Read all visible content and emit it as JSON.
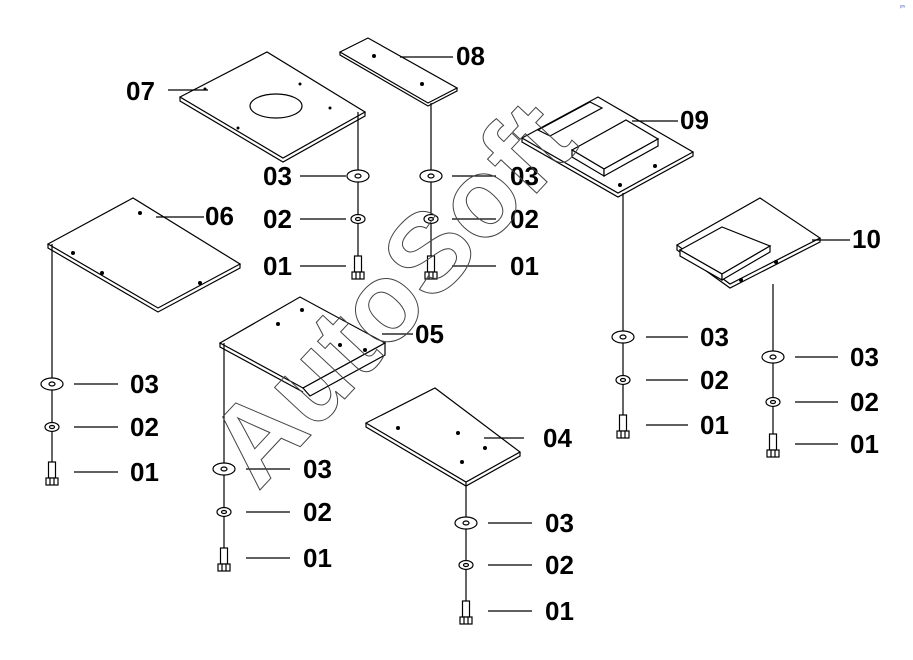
{
  "labels": {
    "p01": "01",
    "p02": "02",
    "p03": "03",
    "p04": "04",
    "p05": "05",
    "p06": "06",
    "p07": "07",
    "p08": "08",
    "p09": "09",
    "p10": "10"
  },
  "watermark": "AutoSoft",
  "colors": {
    "ink": "#000000",
    "watermark": "#444444"
  }
}
